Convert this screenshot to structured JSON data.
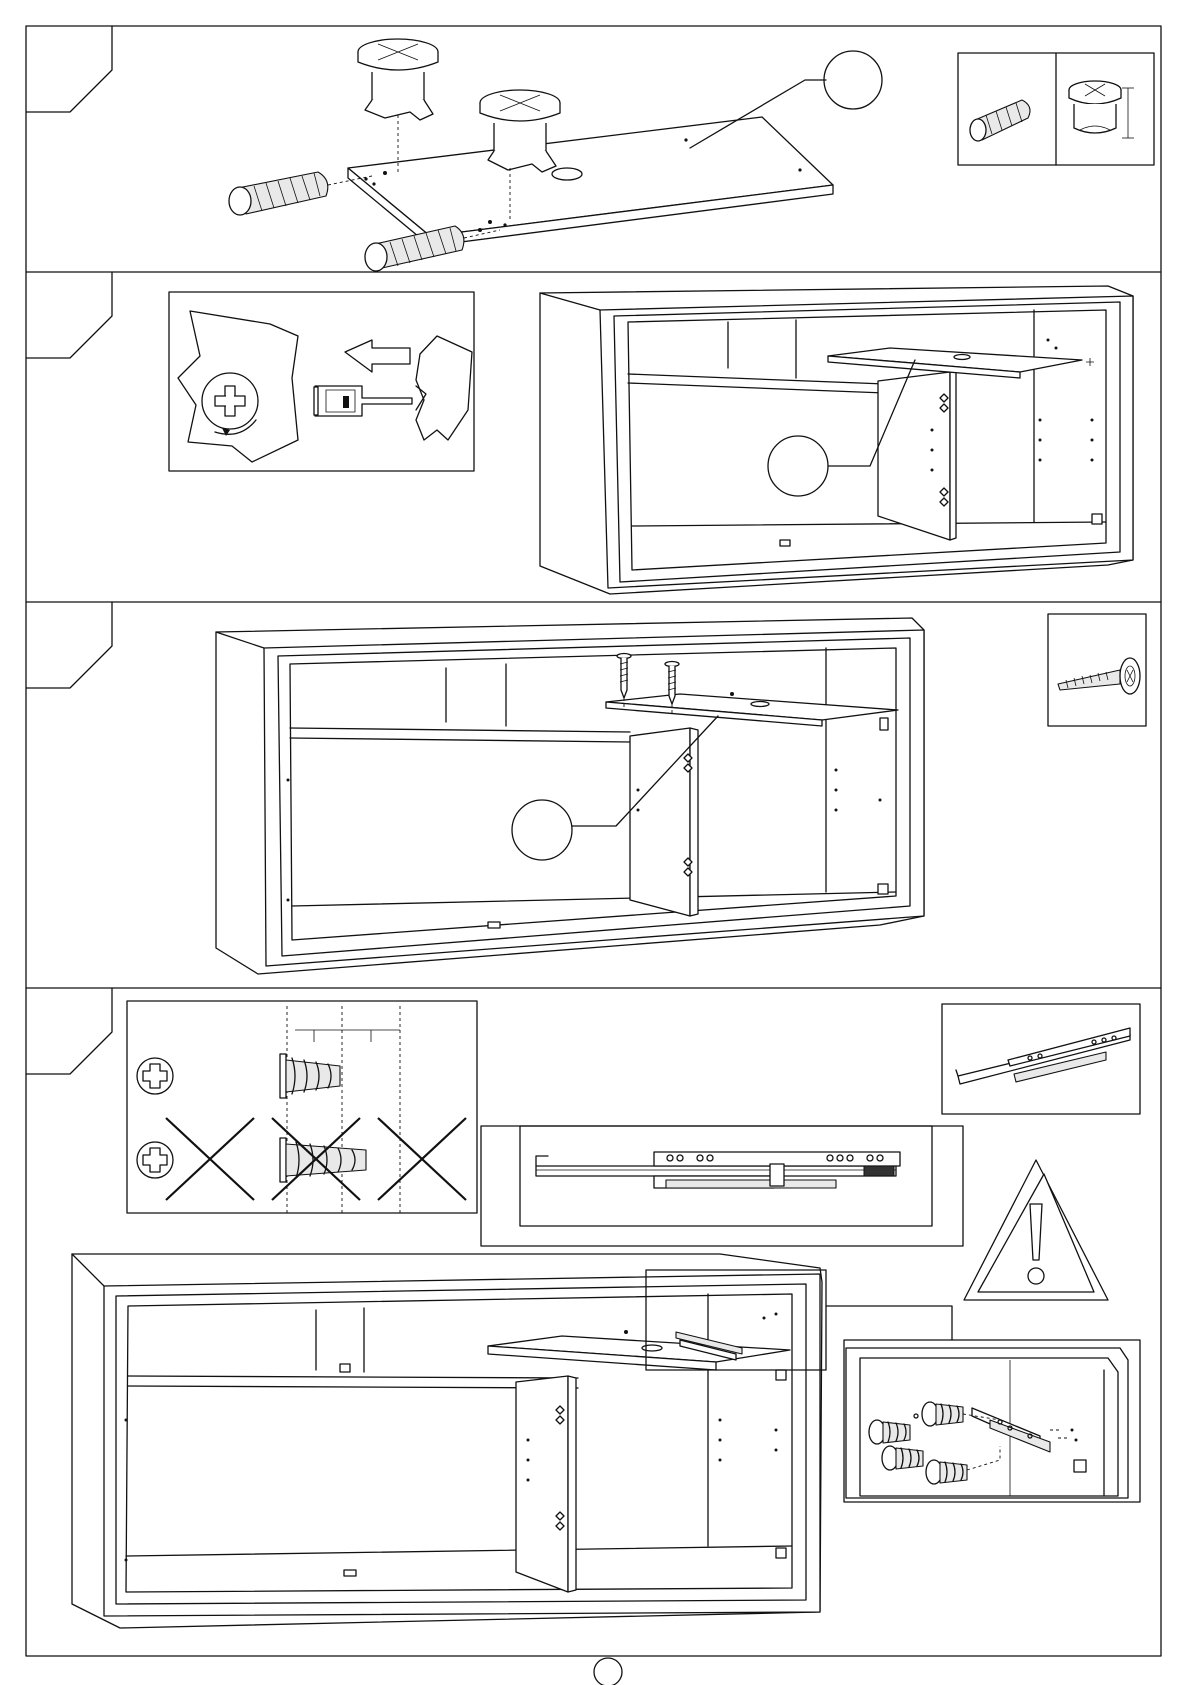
{
  "document": {
    "type": "furniture assembly instructions page",
    "steps": [
      {
        "id": "step-1",
        "callout_label": "",
        "parts": [
          "cam-lock-fitting",
          "wooden-dowel"
        ]
      },
      {
        "id": "step-2",
        "callout_label": "",
        "parts": [
          "cam-lock-turn-detail"
        ]
      },
      {
        "id": "step-3",
        "callout_label": "",
        "parts": [
          "confirmat-screw"
        ]
      },
      {
        "id": "step-4",
        "callout_label": "",
        "parts": [
          "drawer-runner",
          "euro-screw"
        ]
      }
    ],
    "page_number": "",
    "icons": {
      "warning": "warning-triangle-icon",
      "cross": "cross-out-icon",
      "phillips": "phillips-screwdriver-icon"
    }
  }
}
